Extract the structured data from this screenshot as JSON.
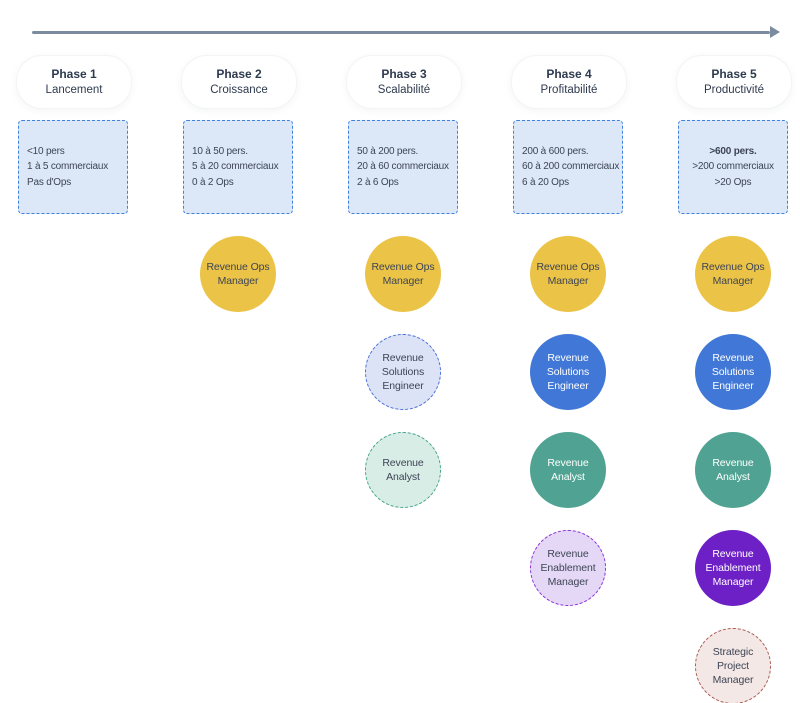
{
  "colors": {
    "arrow": "#7C8CA0",
    "phase_text": "#2E3A4E",
    "info_box_bg": "#DCE8F8",
    "info_box_border": "#3F83DF",
    "info_box_text": "#3D4454"
  },
  "role_styles": {
    "ops_solid": {
      "bg": "#EBC347",
      "text": "#3D4454"
    },
    "solutions_dashed": {
      "bg": "#DCE3F6",
      "border": "#4A6FD6",
      "text": "#3D4454"
    },
    "solutions_solid": {
      "bg": "#4177D6",
      "text": "#FFFFFF"
    },
    "analyst_dashed": {
      "bg": "#D9EDE7",
      "border": "#45A38C",
      "text": "#3D4454"
    },
    "analyst_solid": {
      "bg": "#50A392",
      "text": "#FFFFFF"
    },
    "enablement_dashed": {
      "bg": "#E5D8F7",
      "border": "#8B30D6",
      "text": "#3D4454"
    },
    "enablement_solid": {
      "bg": "#6D20C5",
      "text": "#FFFFFF"
    },
    "strategic_dashed": {
      "bg": "#F4E8E6",
      "border": "#AA5B52",
      "text": "#3D4454"
    }
  },
  "phases": [
    {
      "label": "Phase 1",
      "sublabel": "Lancement",
      "box_lines": [
        "<10 pers",
        "1 à 5 commerciaux",
        "Pas d'Ops"
      ],
      "roles": []
    },
    {
      "label": "Phase 2",
      "sublabel": "Croissance",
      "box_lines": [
        "10 à 50 pers.",
        "5 à 20 commerciaux",
        "0 à 2 Ops"
      ],
      "roles": [
        {
          "name": "Revenue Ops Manager",
          "style": "ops_solid"
        }
      ]
    },
    {
      "label": "Phase 3",
      "sublabel": "Scalabilité",
      "box_lines": [
        "50 à 200 pers.",
        "20 à 60 commerciaux",
        "2 à 6 Ops"
      ],
      "roles": [
        {
          "name": "Revenue Ops Manager",
          "style": "ops_solid"
        },
        {
          "name": "Revenue Solutions Engineer",
          "style": "solutions_dashed"
        },
        {
          "name": "Revenue Analyst",
          "style": "analyst_dashed"
        }
      ]
    },
    {
      "label": "Phase 4",
      "sublabel": "Profitabilité",
      "box_lines": [
        "200 à 600 pers.",
        "60 à 200 commerciaux",
        "6 à 20 Ops"
      ],
      "roles": [
        {
          "name": "Revenue Ops Manager",
          "style": "ops_solid"
        },
        {
          "name": "Revenue Solutions Engineer",
          "style": "solutions_solid"
        },
        {
          "name": "Revenue Analyst",
          "style": "analyst_solid"
        },
        {
          "name": "Revenue Enablement Manager",
          "style": "enablement_dashed"
        }
      ]
    },
    {
      "label": "Phase 5",
      "sublabel": "Productivité",
      "box_lines": [
        ">600 pers.",
        ">200 commerciaux",
        ">20 Ops"
      ],
      "roles": [
        {
          "name": "Revenue Ops Manager",
          "style": "ops_solid"
        },
        {
          "name": "Revenue Solutions Engineer",
          "style": "solutions_solid"
        },
        {
          "name": "Revenue Analyst",
          "style": "analyst_solid"
        },
        {
          "name": "Revenue Enablement Manager",
          "style": "enablement_solid"
        },
        {
          "name": "Strategic Project Manager",
          "style": "strategic_dashed"
        }
      ]
    }
  ]
}
